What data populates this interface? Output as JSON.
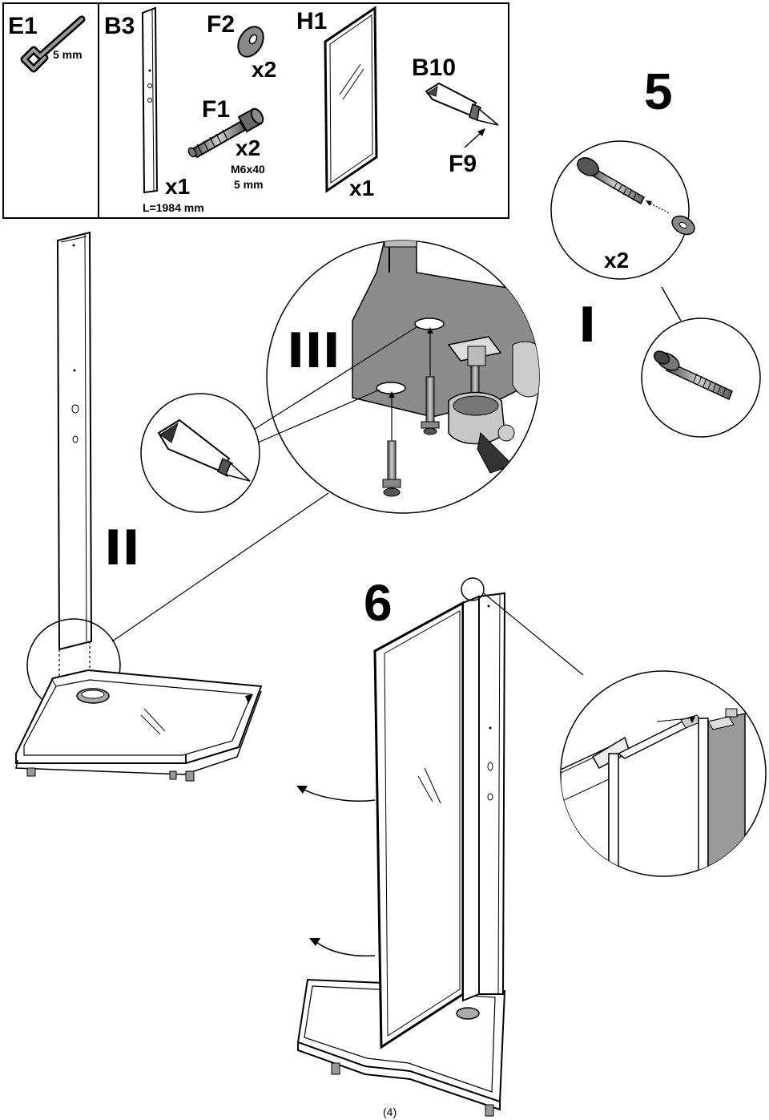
{
  "parts_box": {
    "e1": {
      "code": "E1",
      "note": "5 mm"
    },
    "b3": {
      "code": "B3",
      "qty": "x1",
      "length": "L=1984 mm"
    },
    "f2": {
      "code": "F2",
      "qty": "x2"
    },
    "f1": {
      "code": "F1",
      "qty": "x2",
      "size": "M6x40",
      "tool": "5 mm"
    },
    "h1": {
      "code": "H1",
      "qty": "x1"
    },
    "b10": {
      "code": "B10"
    },
    "f9": {
      "code": "F9"
    }
  },
  "steps": {
    "step5": "5",
    "step6": "6"
  },
  "detail_labels": {
    "I": "I",
    "II": "II",
    "III": "III",
    "x2": "x2"
  },
  "page_number": "(4)",
  "colors": {
    "line": "#000000",
    "metal": "#9a9a9a",
    "dark_metal": "#5a5a5a",
    "panel": "#ffffff"
  }
}
